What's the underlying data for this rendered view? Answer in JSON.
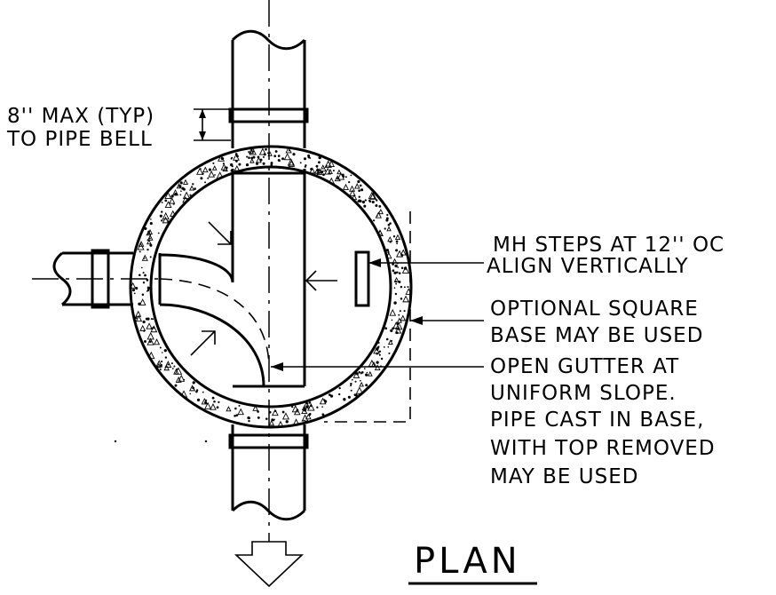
{
  "labels": {
    "dim_line1": "8'' MAX (TYP)",
    "dim_line2": "TO PIPE BELL",
    "steps_line1": "MH STEPS AT 12'' OC",
    "steps_line2": "ALIGN VERTICALLY",
    "base_line1": "OPTIONAL SQUARE",
    "base_line2": "BASE MAY BE USED",
    "gutter_line1": "OPEN GUTTER AT",
    "gutter_line2": "UNIFORM SLOPE.",
    "gutter_line3": "PIPE CAST IN BASE,",
    "gutter_line4": "WITH TOP REMOVED",
    "gutter_line5": "MAY BE USED"
  },
  "title": "PLAN"
}
